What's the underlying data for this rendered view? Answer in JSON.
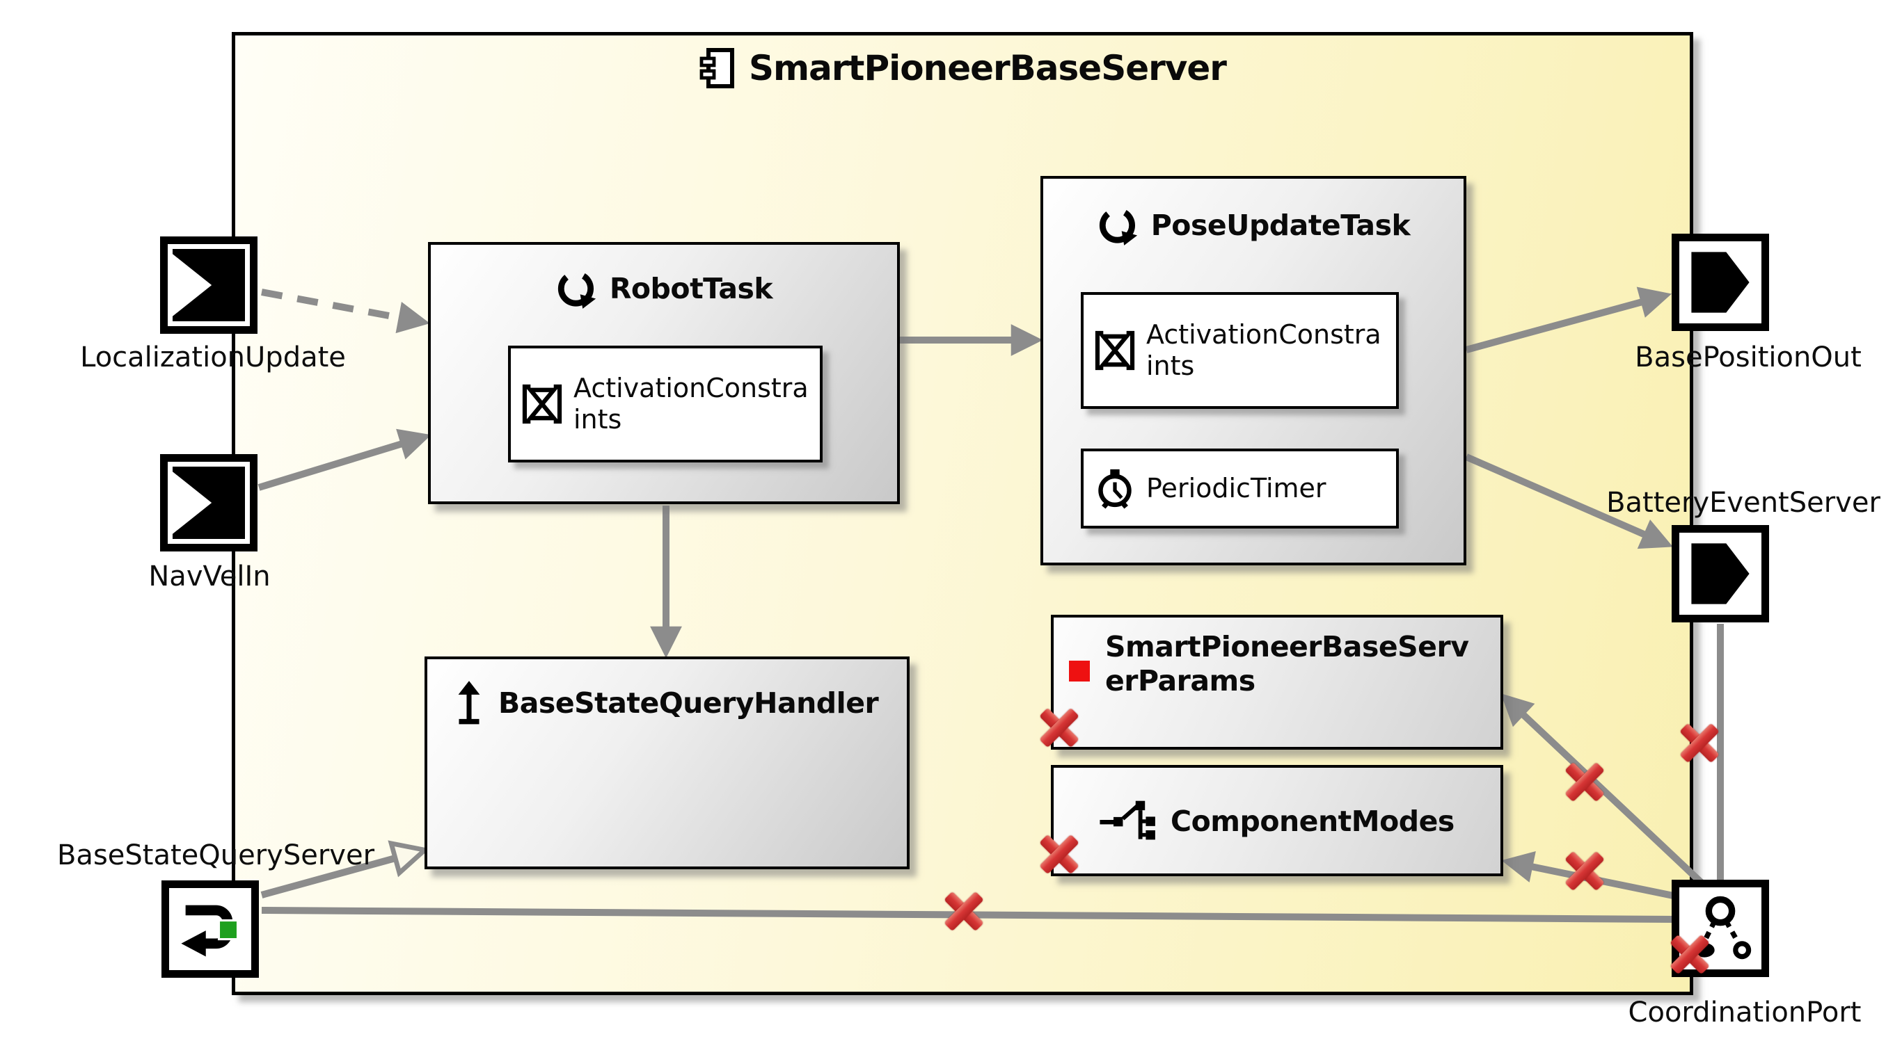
{
  "component": {
    "title": "SmartPioneerBaseServer"
  },
  "tasks": {
    "robot_task": {
      "title": "RobotTask",
      "items": [
        {
          "label": "ActivationConstraints",
          "icon": "hourglass-icon"
        }
      ]
    },
    "pose_update_task": {
      "title": "PoseUpdateTask",
      "items": [
        {
          "label": "ActivationConstraints",
          "icon": "hourglass-icon"
        },
        {
          "label": "PeriodicTimer",
          "icon": "alarm-clock-icon"
        }
      ]
    },
    "base_state_query_handler": {
      "title": "BaseStateQueryHandler"
    }
  },
  "blocks": {
    "params": {
      "title": "SmartPioneerBaseServerParams",
      "icon": "red-square-icon"
    },
    "component_modes": {
      "title": "ComponentModes",
      "icon": "modes-tree-icon"
    }
  },
  "ports": {
    "localization_update": {
      "label": "LocalizationUpdate",
      "kind": "input"
    },
    "nav_vel_in": {
      "label": "NavVelIn",
      "kind": "input"
    },
    "base_position_out": {
      "label": "BasePositionOut",
      "kind": "output"
    },
    "battery_event_server": {
      "label": "BatteryEventServer",
      "kind": "output"
    },
    "coordination_port": {
      "label": "CoordinationPort",
      "kind": "coordination"
    },
    "base_state_query_server": {
      "label": "BaseStateQueryServer",
      "kind": "query-server"
    }
  },
  "connections": [
    {
      "from": "LocalizationUpdate",
      "to": "RobotTask",
      "style": "dashed",
      "marker": "arrow",
      "error": false
    },
    {
      "from": "NavVelIn",
      "to": "RobotTask",
      "style": "solid",
      "marker": "arrow",
      "error": false
    },
    {
      "from": "RobotTask",
      "to": "PoseUpdateTask",
      "style": "solid",
      "marker": "arrow",
      "error": false
    },
    {
      "from": "RobotTask",
      "to": "BaseStateQueryHandler",
      "style": "solid",
      "marker": "arrow",
      "error": false
    },
    {
      "from": "PoseUpdateTask",
      "to": "BasePositionOut",
      "style": "solid",
      "marker": "arrow",
      "error": false
    },
    {
      "from": "PoseUpdateTask",
      "to": "BatteryEventServer",
      "style": "solid",
      "marker": "arrow",
      "error": false
    },
    {
      "from": "BatteryEventServer",
      "to": "CoordinationPort",
      "style": "solid",
      "marker": "none",
      "error": true
    },
    {
      "from": "BaseStateQueryServer",
      "to": "CoordinationPort",
      "style": "solid",
      "marker": "none",
      "error": true
    },
    {
      "from": "BaseStateQueryServer",
      "to": "BaseStateQueryHandler",
      "style": "solid",
      "marker": "open-triangle",
      "error": false
    },
    {
      "from": "CoordinationPort",
      "to": "SmartPioneerBaseServerParams",
      "style": "solid",
      "marker": "arrow",
      "error": true
    },
    {
      "from": "CoordinationPort",
      "to": "ComponentModes",
      "style": "solid",
      "marker": "arrow",
      "error": true
    }
  ],
  "colors": {
    "component_fill_left": "#fffef6",
    "component_fill_right": "#f9f0b2",
    "box_gradient_dark": "#c9c9c9",
    "wire_gray": "#8c8c8c",
    "error_red": "#d63535",
    "green_square": "#1ea01e",
    "param_red_square": "#ee1111"
  }
}
